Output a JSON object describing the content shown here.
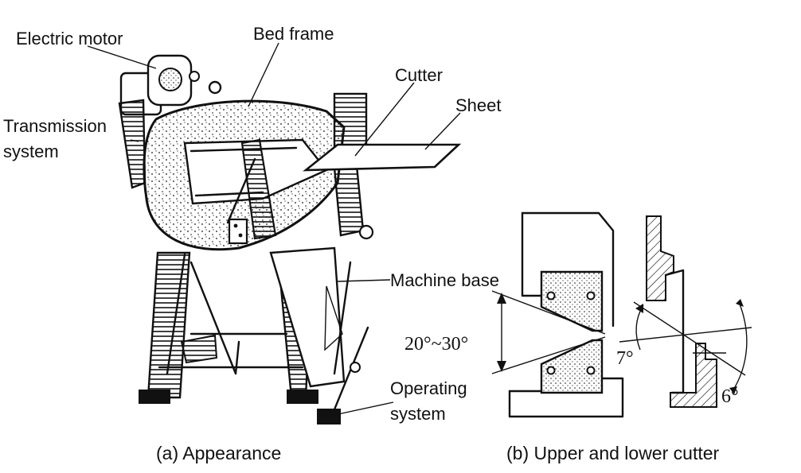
{
  "labels": {
    "electric_motor": "Electric motor",
    "bed_frame": "Bed frame",
    "cutter": "Cutter",
    "sheet": "Sheet",
    "transmission_1": "Transmission",
    "transmission_2": "system",
    "machine_base": "Machine base",
    "operating_1": "Operating",
    "operating_2": "system"
  },
  "angles": {
    "wedge": "20°~30°",
    "relief": "7°",
    "rake": "6°"
  },
  "captions": {
    "a": "(a) Appearance",
    "b": "(b) Upper and lower cutter"
  }
}
